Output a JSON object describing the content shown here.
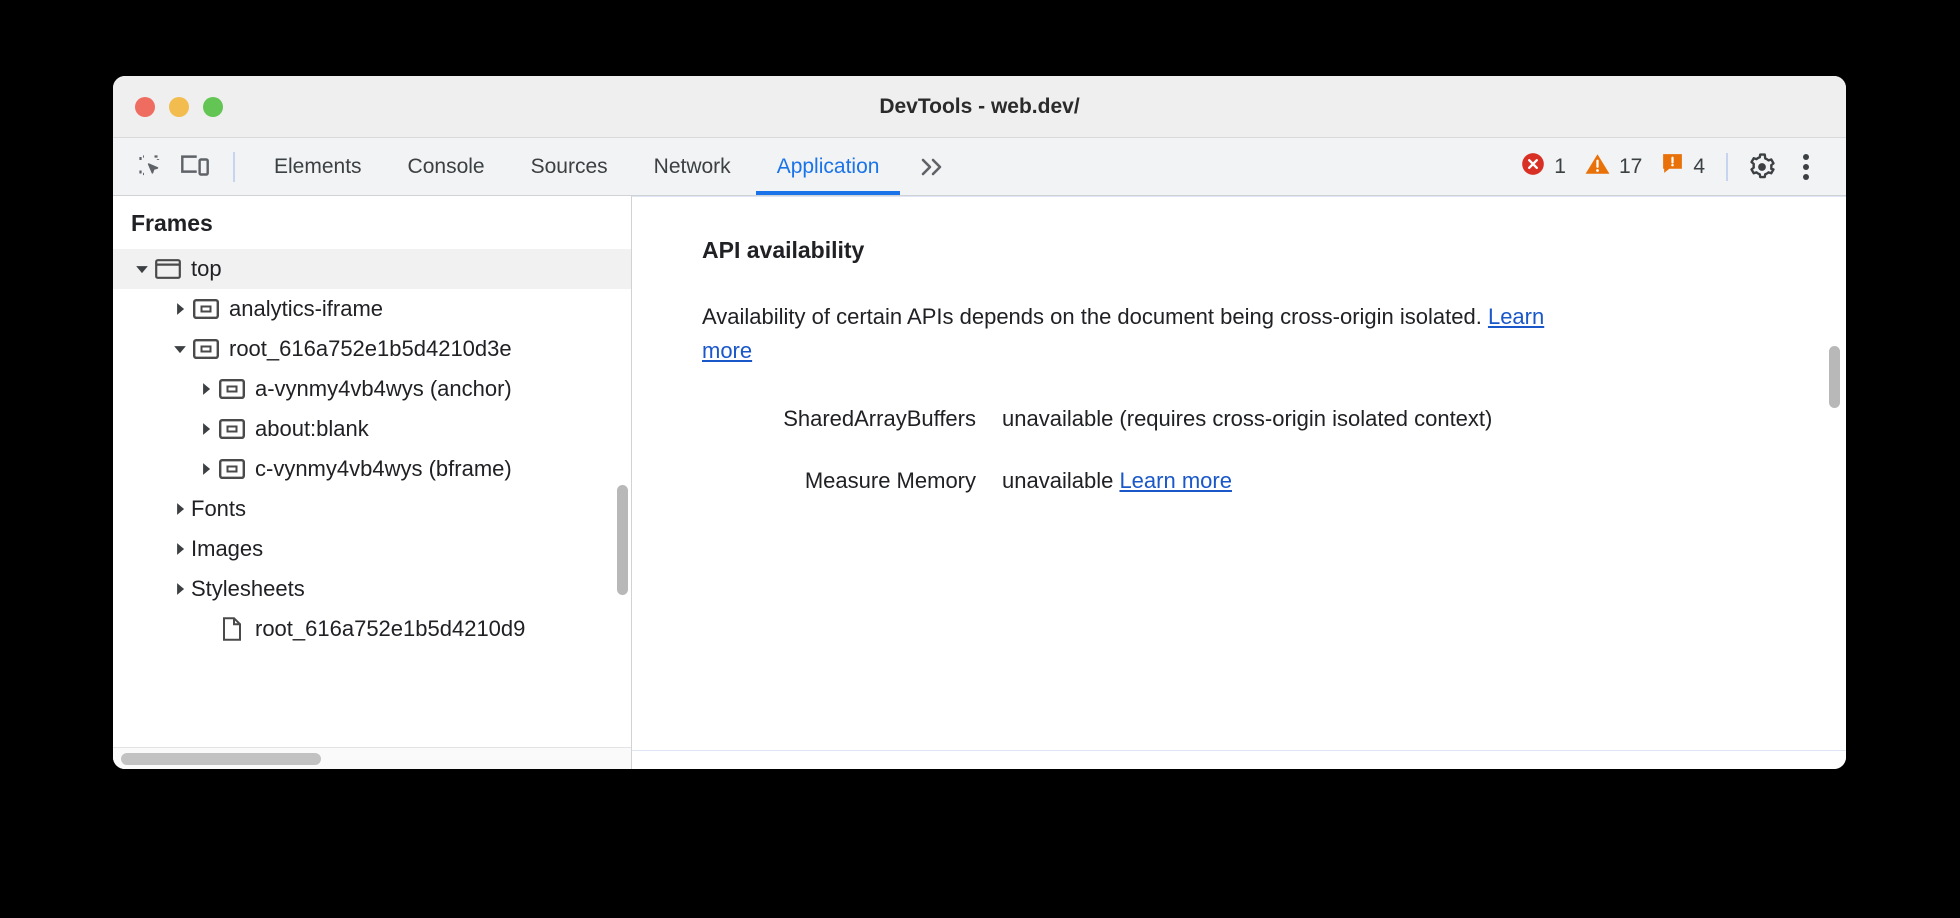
{
  "window": {
    "title": "DevTools - web.dev/",
    "traffic_lights": [
      "close-red",
      "minimize-yellow",
      "maximize-green"
    ]
  },
  "toolbar": {
    "inspect_icon": "inspect-element-icon",
    "device_icon": "device-toolbar-icon",
    "tabs": [
      {
        "label": "Elements",
        "active": false
      },
      {
        "label": "Console",
        "active": false
      },
      {
        "label": "Sources",
        "active": false
      },
      {
        "label": "Network",
        "active": false
      },
      {
        "label": "Application",
        "active": true
      }
    ],
    "overflow_label": "»",
    "counters": [
      {
        "name": "errors",
        "icon": "error-circle-icon",
        "count": "1",
        "color": "#d93025"
      },
      {
        "name": "warnings",
        "icon": "warning-triangle-icon",
        "count": "17",
        "color": "#e8710a"
      },
      {
        "name": "issues",
        "icon": "issue-message-icon",
        "count": "4",
        "color": "#e8710a"
      }
    ],
    "settings_icon": "gear-icon",
    "more_icon": "kebab-menu-icon",
    "accent_color": "#1a73e8"
  },
  "sidebar": {
    "header": "Frames",
    "tree": [
      {
        "label": "top",
        "indent": 0,
        "twisty": "down",
        "icon": "frame-window-icon",
        "selected": true
      },
      {
        "label": "analytics-iframe",
        "indent": 1,
        "twisty": "right",
        "icon": "iframe-icon",
        "selected": false
      },
      {
        "label": "root_616a752e1b5d4210d3e",
        "indent": 1,
        "twisty": "down",
        "icon": "iframe-icon",
        "selected": false
      },
      {
        "label": "a-vynmy4vb4wys (anchor)",
        "indent": 2,
        "twisty": "right",
        "icon": "iframe-icon",
        "selected": false
      },
      {
        "label": "about:blank",
        "indent": 2,
        "twisty": "right",
        "icon": "iframe-icon",
        "selected": false
      },
      {
        "label": "c-vynmy4vb4wys (bframe)",
        "indent": 2,
        "twisty": "right",
        "icon": "iframe-icon",
        "selected": false
      },
      {
        "label": "Fonts",
        "indent": 1,
        "twisty": "right",
        "icon": "none",
        "selected": false
      },
      {
        "label": "Images",
        "indent": 1,
        "twisty": "right",
        "icon": "none",
        "selected": false
      },
      {
        "label": "Stylesheets",
        "indent": 1,
        "twisty": "right",
        "icon": "none",
        "selected": false
      },
      {
        "label": "root_616a752e1b5d4210d9",
        "indent": 2,
        "twisty": "none",
        "icon": "document-icon",
        "selected": false
      }
    ]
  },
  "main": {
    "section_title": "API availability",
    "description_prefix": "Availability of certain APIs depends on the document being cross-origin isolated. ",
    "description_link": "Learn more",
    "rows": [
      {
        "term": "SharedArrayBuffers",
        "value": "unavailable   (requires cross-origin isolated context)",
        "link": ""
      },
      {
        "term": "Measure Memory",
        "value": "unavailable ",
        "link": "Learn more"
      }
    ]
  }
}
